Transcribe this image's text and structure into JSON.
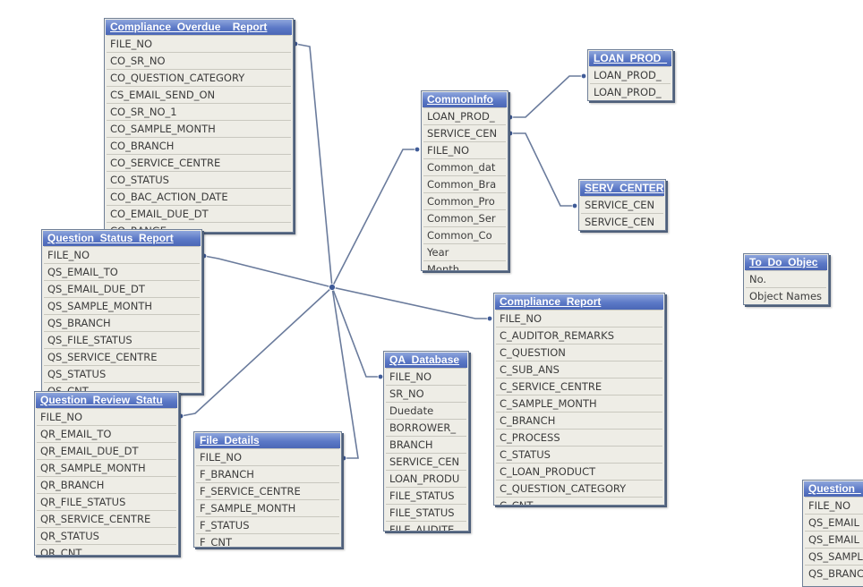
{
  "tables": [
    {
      "id": "compliance_overdue",
      "title": "Compliance_Overdue__Report",
      "fields": [
        "FILE_NO",
        "CO_SR_NO",
        "CO_QUESTION_CATEGORY",
        "CS_EMAIL_SEND_ON",
        "CO_SR_NO_1",
        "CO_SAMPLE_MONTH",
        "CO_BRANCH",
        "CO_SERVICE_CENTRE",
        "CO_STATUS",
        "CO_BAC_ACTION_DATE",
        "CO_EMAIL_DUE_DT",
        "CO_RANGE"
      ]
    },
    {
      "id": "question_status",
      "title": "Question_Status_Report",
      "fields": [
        "FILE_NO",
        "QS_EMAIL_TO",
        "QS_EMAIL_DUE_DT",
        "QS_SAMPLE_MONTH",
        "QS_BRANCH",
        "QS_FILE_STATUS",
        "QS_SERVICE_CENTRE",
        "QS_STATUS",
        "QS_CNT"
      ]
    },
    {
      "id": "question_review",
      "title": "Question_Review_Statu",
      "fields": [
        "FILE_NO",
        "QR_EMAIL_TO",
        "QR_EMAIL_DUE_DT",
        "QR_SAMPLE_MONTH",
        "QR_BRANCH",
        "QR_FILE_STATUS",
        "QR_SERVICE_CENTRE",
        "QR_STATUS",
        "QR_CNT"
      ]
    },
    {
      "id": "file_details",
      "title": "File_Details",
      "fields": [
        "FILE_NO",
        "F_BRANCH",
        "F_SERVICE_CENTRE",
        "F_SAMPLE_MONTH",
        "F_STATUS",
        "F_CNT"
      ]
    },
    {
      "id": "qa_database",
      "title": "QA_Database",
      "fields": [
        "FILE_NO",
        "SR_NO",
        "Duedate",
        "BORROWER_",
        "BRANCH",
        "SERVICE_CEN",
        "LOAN_PRODU",
        "FILE_STATUS",
        "FILE_STATUS",
        "FILE_AUDITE"
      ]
    },
    {
      "id": "common_info",
      "title": "CommonInfo",
      "fields": [
        "LOAN_PROD_",
        "SERVICE_CEN",
        "FILE_NO",
        "Common_dat",
        "Common_Bra",
        "Common_Pro",
        "Common_Ser",
        "Common_Co",
        "Year",
        "Month"
      ]
    },
    {
      "id": "loan_prod",
      "title": "LOAN_PROD_",
      "fields": [
        "LOAN_PROD_",
        "LOAN_PROD_"
      ]
    },
    {
      "id": "serv_center",
      "title": "SERV_CENTER",
      "fields": [
        "SERVICE_CEN",
        "SERVICE_CEN"
      ]
    },
    {
      "id": "compliance_report",
      "title": "Compliance_Report",
      "fields": [
        "FILE_NO",
        "C_AUDITOR_REMARKS",
        "C_QUESTION",
        "C_SUB_ANS",
        "C_SERVICE_CENTRE",
        "C_SAMPLE_MONTH",
        "C_BRANCH",
        "C_PROCESS",
        "C_STATUS",
        "C_LOAN_PRODUCT",
        "C_QUESTION_CATEGORY",
        "C_CNT"
      ]
    },
    {
      "id": "todo_objects",
      "title": "To_Do_Objec",
      "fields": [
        "No.",
        "Object Names"
      ]
    },
    {
      "id": "question_partial",
      "title": "Question_",
      "fields": [
        "FILE_NO",
        "QS_EMAIL",
        "QS_EMAIL",
        "QS_SAMPL",
        "QS_BRANC"
      ]
    }
  ],
  "colors": {
    "link": "#6a7b9c",
    "header": "#5b78c6",
    "body": "#eeede6"
  }
}
